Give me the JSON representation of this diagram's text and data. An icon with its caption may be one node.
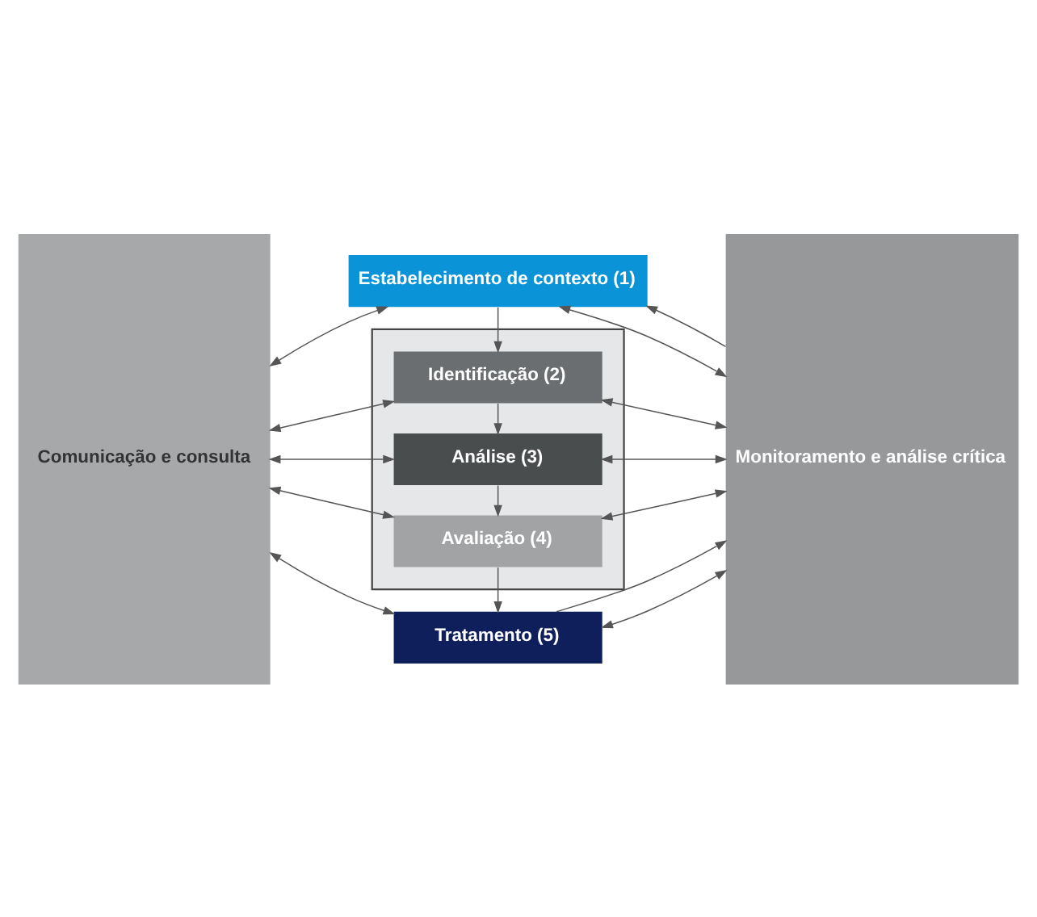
{
  "diagram": {
    "nodes": [
      {
        "text": [
          "Comunicação e consulta"
        ]
      },
      {
        "text": [
          "Estabelecimento de contexto (1)"
        ]
      },
      {
        "text": [],
        "shape": "box"
      },
      {
        "text": [
          "Identificação (2)"
        ],
        "in": 2
      },
      {
        "text": [
          "Análise (3)"
        ],
        "in": 2
      },
      {
        "text": [
          "Avaliação (4)"
        ],
        "in": 2
      },
      {
        "text": [
          "Tratamento (5)"
        ]
      },
      {
        "text": [
          "Monitoramento e análise crítica"
        ]
      }
    ],
    "edges": [
      {
        "from": 0,
        "to": 1,
        "arrow": "both"
      },
      {
        "from": 0,
        "to": 3,
        "arrow": "both"
      },
      {
        "from": 0,
        "to": 4,
        "arrow": "both"
      },
      {
        "from": 0,
        "to": 5,
        "arrow": "both"
      },
      {
        "from": 0,
        "to": 6,
        "arrow": "both"
      },
      {
        "from": 1,
        "to": 3,
        "arrow": "to"
      },
      {
        "from": 3,
        "to": 4,
        "arrow": "to"
      },
      {
        "from": 4,
        "to": 5,
        "arrow": "to"
      },
      {
        "from": 5,
        "to": 6,
        "arrow": "to"
      },
      {
        "from": 1,
        "to": 7,
        "arrow": "both"
      },
      {
        "from": 3,
        "to": 7,
        "arrow": "both"
      },
      {
        "from": 4,
        "to": 7,
        "arrow": "both"
      },
      {
        "from": 5,
        "to": 7,
        "arrow": "both"
      },
      {
        "from": 6,
        "to": 7,
        "arrow": "both"
      },
      {
        "from": 7,
        "to": 1,
        "arrow": "to"
      },
      {
        "from": 6,
        "to": 7,
        "arrow": "to"
      }
    ]
  }
}
